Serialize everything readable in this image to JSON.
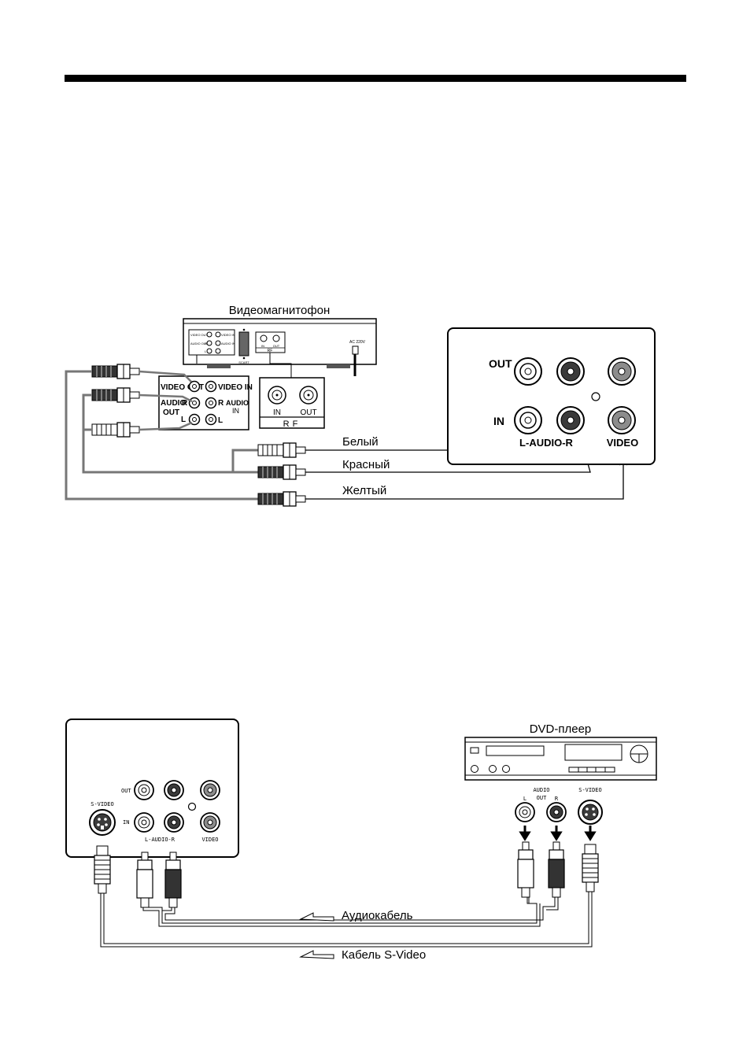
{
  "vcr": {
    "title": "Видеомагнитофон",
    "scart": "SCART",
    "ac": "AC 220V",
    "rf_small": "RF",
    "in_small": "IN",
    "out_small": "OUT",
    "video_out_small": "VIDEO OUT",
    "video_in_small": "VIDEO IN",
    "audio_out_small": "AUDIO OUT",
    "audio_in_small": "AUDIO IN",
    "r_small": "R",
    "l_small": "L"
  },
  "vcr_panel": {
    "video_out": "VIDEO OUT",
    "video_in": "VIDEO IN",
    "audio": "AUDIO",
    "out": "OUT",
    "in": "IN",
    "r": "R",
    "l": "L"
  },
  "rf_panel": {
    "in": "IN",
    "out": "OUT",
    "rf": "RF"
  },
  "tv1": {
    "out": "OUT",
    "in": "IN",
    "audio": "L-AUDIO-R",
    "video": "VIDEO"
  },
  "cables1": {
    "white": "Белый",
    "red": "Красный",
    "yellow": "Желтый"
  },
  "tv2": {
    "out": "OUT",
    "in": "IN",
    "audio": "L-AUDIO-R",
    "video": "VIDEO",
    "svideo": "S-VIDEO"
  },
  "dvd": {
    "title": "DVD-плеер",
    "audio_out_1": "AUDIO",
    "audio_out_2": "OUT",
    "l": "L",
    "r": "R",
    "svideo": "S-VIDEO"
  },
  "cables2": {
    "audio": "Аудиокабель",
    "svideo": "Кабель S-Video"
  },
  "icons": {
    "plug": "rca-plug-icon",
    "jack": "rca-jack-icon",
    "arrow": "hollow-arrow-icon"
  },
  "colors": {
    "line": "#000000",
    "dark": "#3a3a3a",
    "mid": "#8c8c8c",
    "white": "#ffffff"
  }
}
